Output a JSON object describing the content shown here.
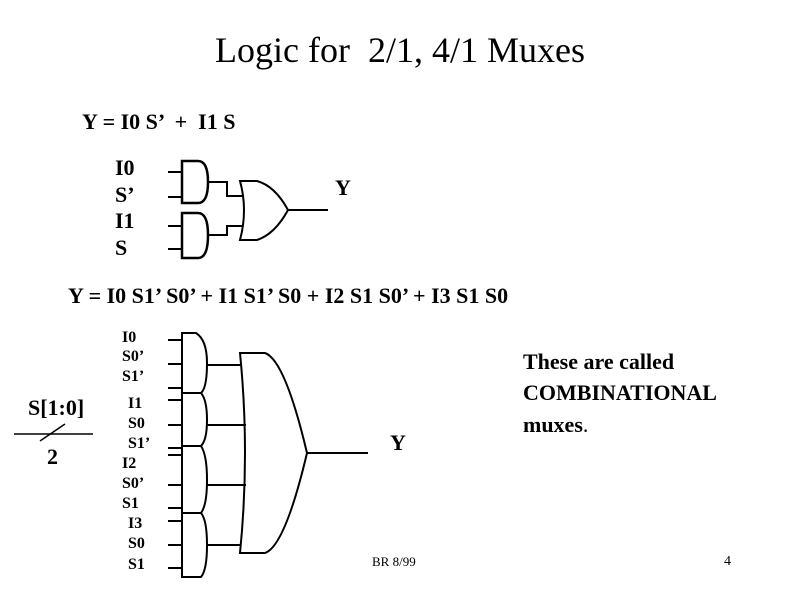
{
  "slide": {
    "title": "Logic for  2/1, 4/1 Muxes",
    "equation_2to1": "Y = I0 S’  +  I1 S",
    "mux2": {
      "inputs": [
        "I0",
        "S’",
        "I1",
        "S"
      ],
      "output": "Y"
    },
    "equation_4to1": "Y = I0 S1’ S0’ + I1 S1’ S0 + I2 S1 S0’ + I3 S1 S0",
    "mux4": {
      "inputs": [
        "I0",
        "S0’",
        "S1’",
        "I1",
        "S0",
        "S1’",
        "I2",
        "S0’",
        "S1",
        "I3",
        "S0",
        "S1"
      ],
      "output": "Y",
      "bus_label": "S[1:0]",
      "bus_width": "2"
    },
    "note_lines": [
      "These are called",
      "COMBINATIONAL",
      "muxes"
    ],
    "note_period": ".",
    "footer": "BR 8/99",
    "page_number": "4"
  }
}
